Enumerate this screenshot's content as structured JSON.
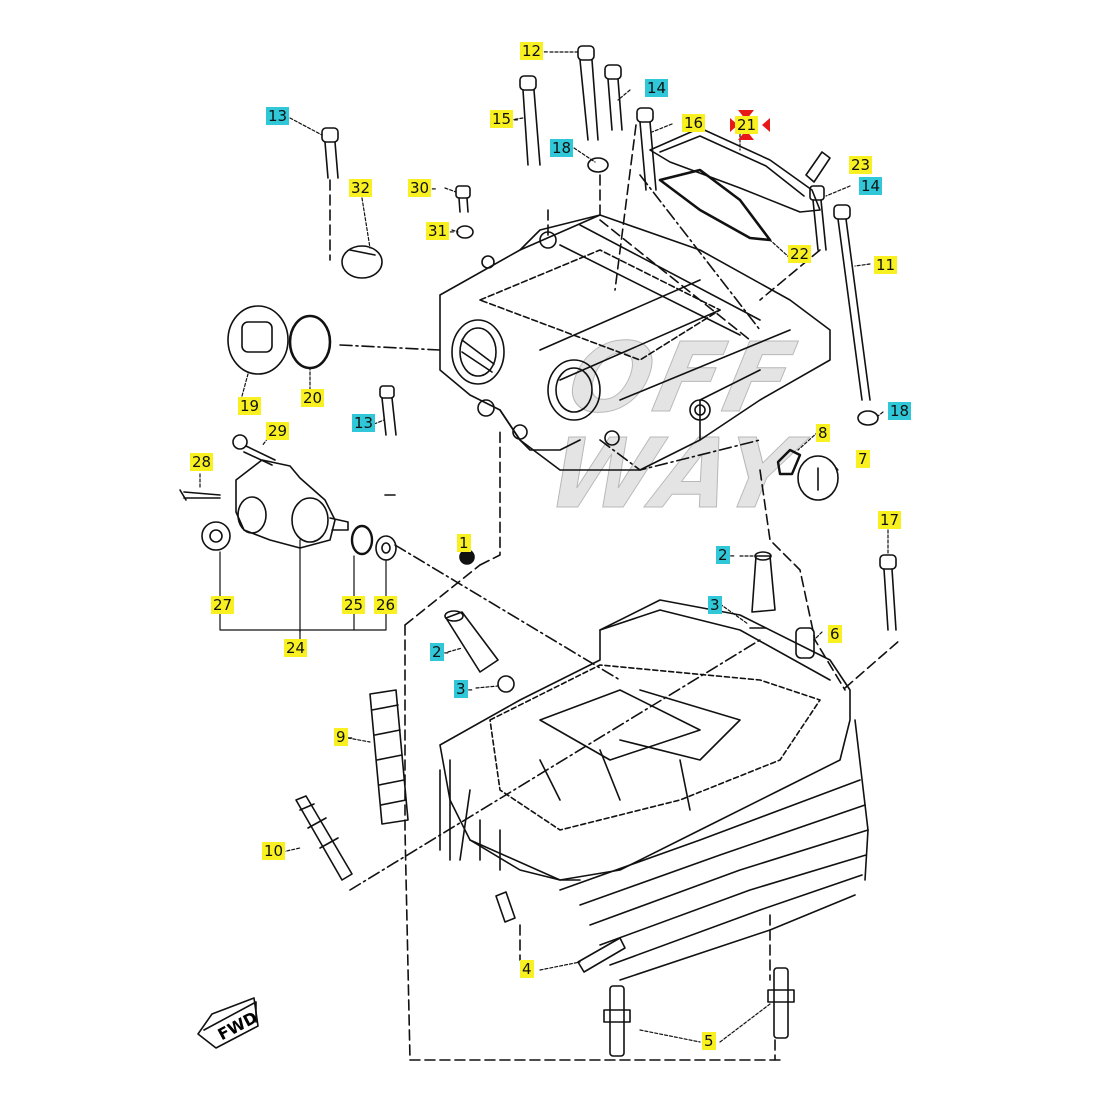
{
  "diagram": {
    "title": "Cylinder head exploded parts diagram",
    "watermark": [
      "OFF",
      "WAY"
    ],
    "direction_label": "FWD",
    "colors": {
      "label_yellow": "#f8f020",
      "label_cyan": "#30c8d8",
      "selected_marker": "#e81818",
      "line_art": "#111111",
      "watermark": "#c8c8c8"
    },
    "selected_part": "21",
    "callouts": [
      {
        "id": "12",
        "text": "12",
        "hl": "yellow"
      },
      {
        "id": "14a",
        "text": "14",
        "hl": "cyan"
      },
      {
        "id": "15",
        "text": "15",
        "hl": "yellow"
      },
      {
        "id": "16",
        "text": "16",
        "hl": "yellow"
      },
      {
        "id": "21",
        "text": "21",
        "hl": "yellow"
      },
      {
        "id": "13a",
        "text": "13",
        "hl": "cyan"
      },
      {
        "id": "18a",
        "text": "18",
        "hl": "cyan"
      },
      {
        "id": "23",
        "text": "23",
        "hl": "yellow"
      },
      {
        "id": "14b",
        "text": "14",
        "hl": "cyan"
      },
      {
        "id": "32",
        "text": "32",
        "hl": "yellow"
      },
      {
        "id": "30",
        "text": "30",
        "hl": "yellow"
      },
      {
        "id": "31",
        "text": "31",
        "hl": "yellow"
      },
      {
        "id": "22",
        "text": "22",
        "hl": "yellow"
      },
      {
        "id": "11",
        "text": "11",
        "hl": "yellow"
      },
      {
        "id": "19",
        "text": "19",
        "hl": "yellow"
      },
      {
        "id": "20",
        "text": "20",
        "hl": "yellow"
      },
      {
        "id": "13b",
        "text": "13",
        "hl": "cyan"
      },
      {
        "id": "18b",
        "text": "18",
        "hl": "cyan"
      },
      {
        "id": "8",
        "text": "8",
        "hl": "yellow"
      },
      {
        "id": "7",
        "text": "7",
        "hl": "yellow"
      },
      {
        "id": "29",
        "text": "29",
        "hl": "yellow"
      },
      {
        "id": "28",
        "text": "28",
        "hl": "yellow"
      },
      {
        "id": "17",
        "text": "17",
        "hl": "yellow"
      },
      {
        "id": "1",
        "text": "1",
        "hl": "yellow"
      },
      {
        "id": "2a",
        "text": "2",
        "hl": "cyan"
      },
      {
        "id": "27",
        "text": "27",
        "hl": "yellow"
      },
      {
        "id": "25",
        "text": "25",
        "hl": "yellow"
      },
      {
        "id": "26",
        "text": "26",
        "hl": "yellow"
      },
      {
        "id": "3a",
        "text": "3",
        "hl": "cyan"
      },
      {
        "id": "6",
        "text": "6",
        "hl": "yellow"
      },
      {
        "id": "24",
        "text": "24",
        "hl": "yellow"
      },
      {
        "id": "2b",
        "text": "2",
        "hl": "cyan"
      },
      {
        "id": "3b",
        "text": "3",
        "hl": "cyan"
      },
      {
        "id": "9",
        "text": "9",
        "hl": "yellow"
      },
      {
        "id": "10",
        "text": "10",
        "hl": "yellow"
      },
      {
        "id": "4",
        "text": "4",
        "hl": "yellow"
      },
      {
        "id": "5",
        "text": "5",
        "hl": "yellow"
      }
    ]
  }
}
